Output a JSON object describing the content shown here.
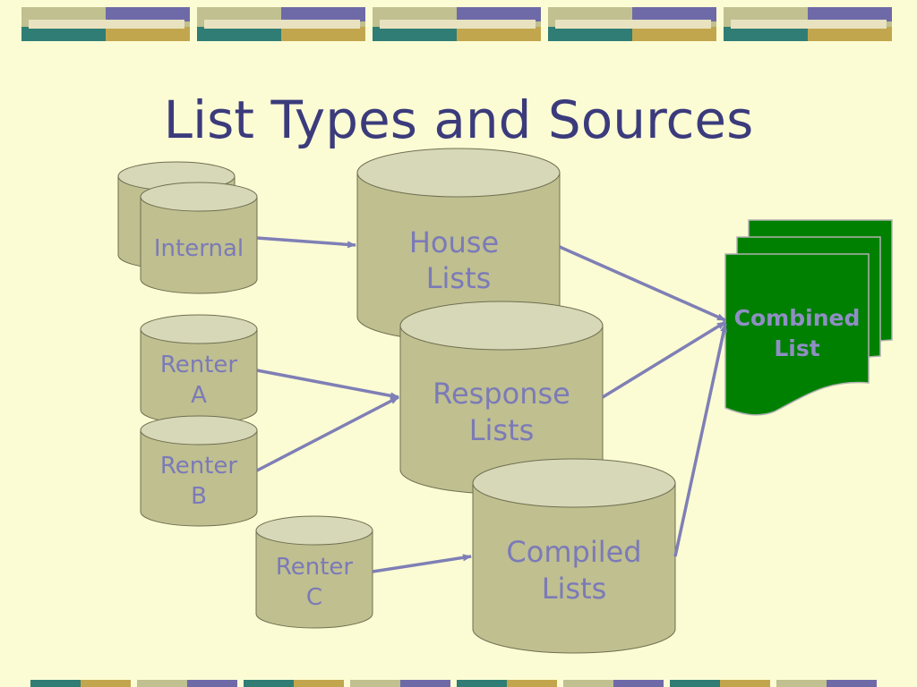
{
  "slide": {
    "title": "List Types and Sources"
  },
  "nodes": {
    "internal": {
      "label": "Internal"
    },
    "house": {
      "line1": "House",
      "line2": "Lists"
    },
    "renter_a": {
      "line1": "Renter",
      "line2": "A"
    },
    "renter_b": {
      "line1": "Renter",
      "line2": "B"
    },
    "renter_c": {
      "line1": "Renter",
      "line2": "C"
    },
    "response": {
      "line1": "Response",
      "line2": "Lists"
    },
    "compiled": {
      "line1": "Compiled",
      "line2": "Lists"
    },
    "combined": {
      "line1": "Combined",
      "line2": "List"
    }
  },
  "colors": {
    "background": "#fcfcd4",
    "cylinder_fill": "#bfbf90",
    "cylinder_top": "#d6d8b8",
    "label_text": "#7b7ab8",
    "title_text": "#3b3b7c",
    "arrow": "#7f7fb6",
    "document_fill": "#008000"
  }
}
